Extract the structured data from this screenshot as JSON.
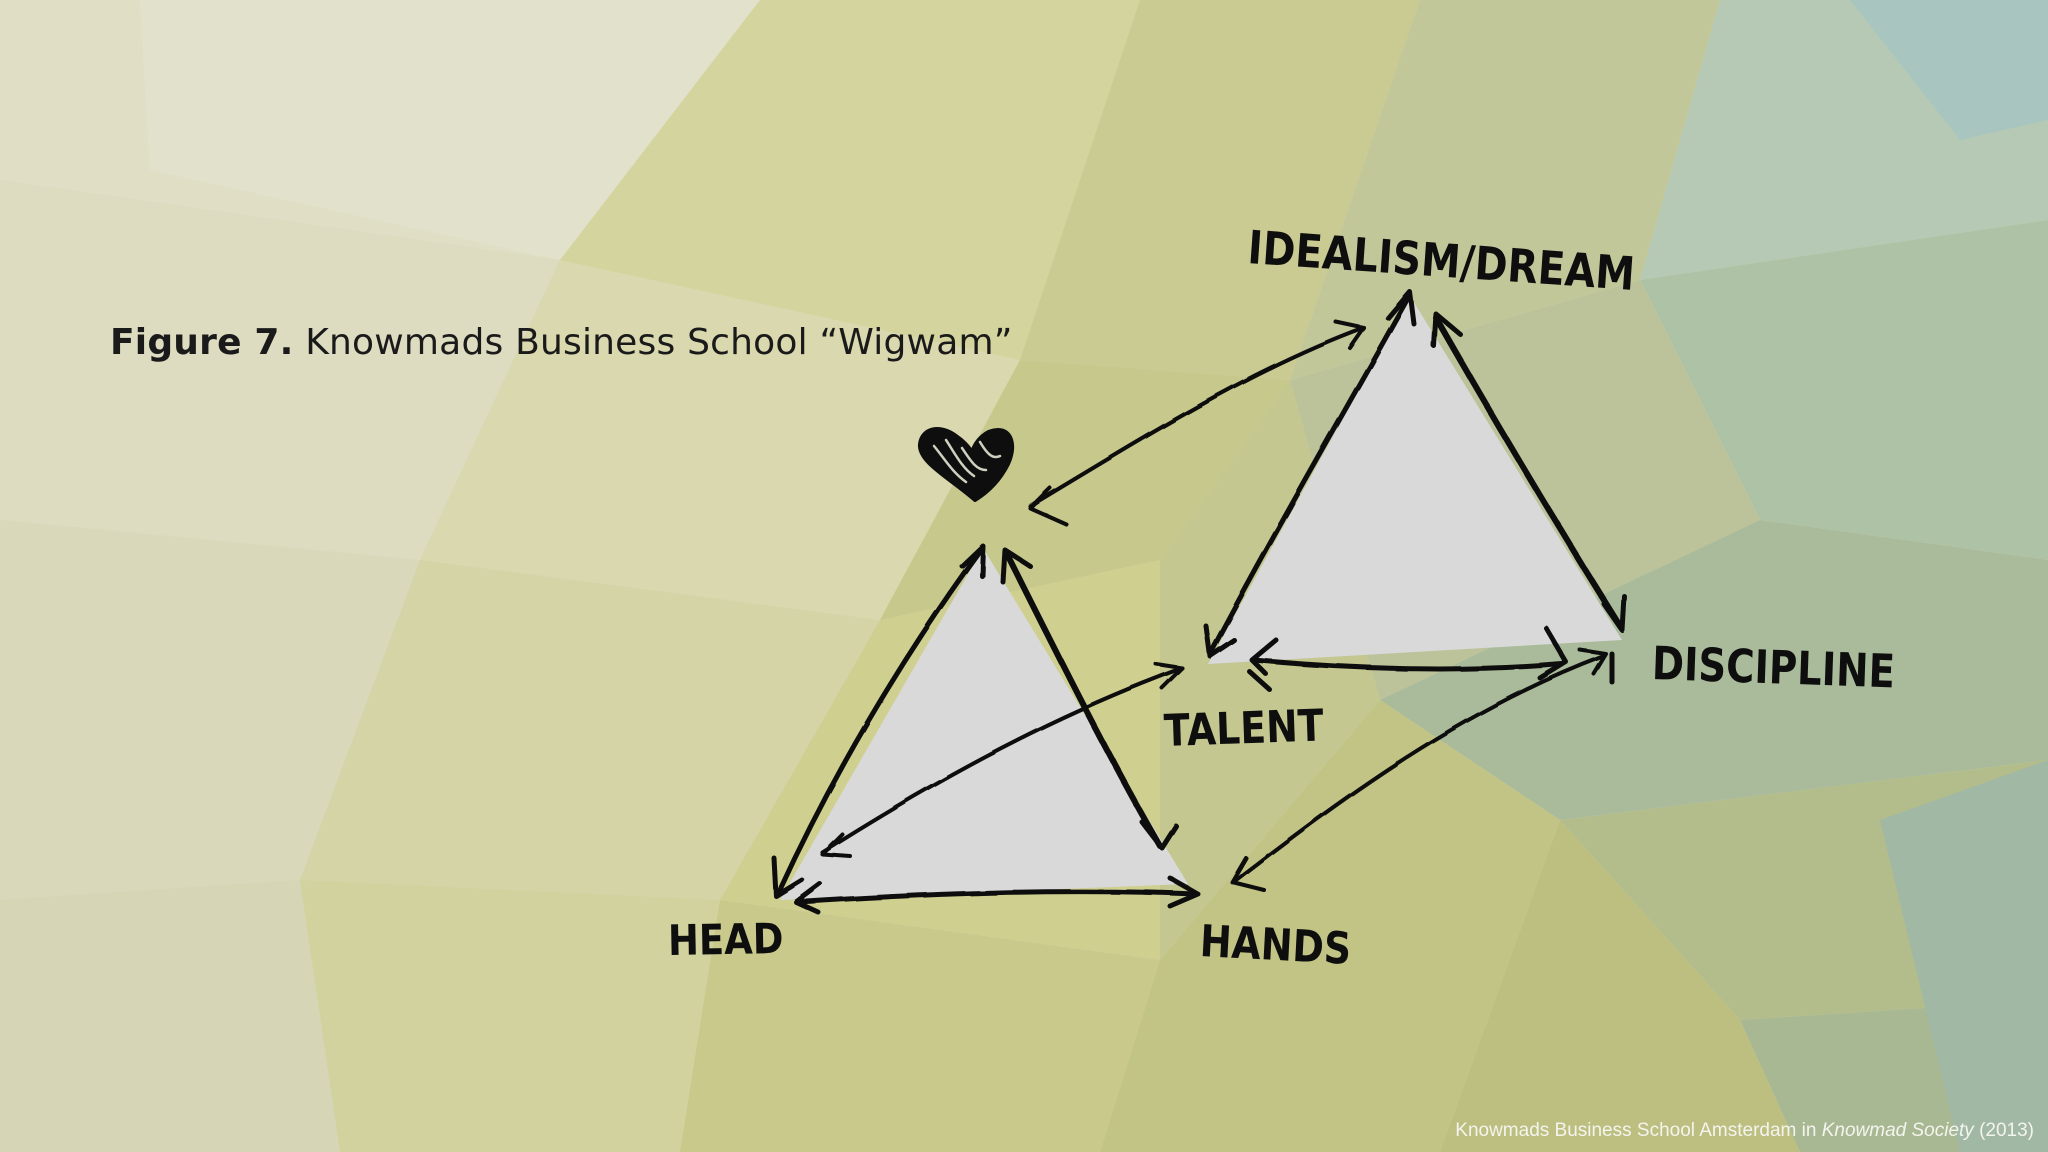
{
  "caption": {
    "figure_label": "Figure 7.",
    "title": "Knowmads Business School “Wigwam”"
  },
  "diagram": {
    "nodes": {
      "heart": "heart-icon",
      "idealism": "IDEALISM/DREAM",
      "discipline": "DISCIPLINE",
      "talent": "TALENT",
      "head": "HEAD",
      "hands": "HANDS"
    }
  },
  "footer": {
    "source_prefix": "Knowmads Business School Amsterdam in ",
    "source_title": "Knowmad Society",
    "source_year": " (2013)"
  },
  "colors": {
    "triangle_fill": "#d9d9da",
    "ink": "#0e0e0e"
  }
}
